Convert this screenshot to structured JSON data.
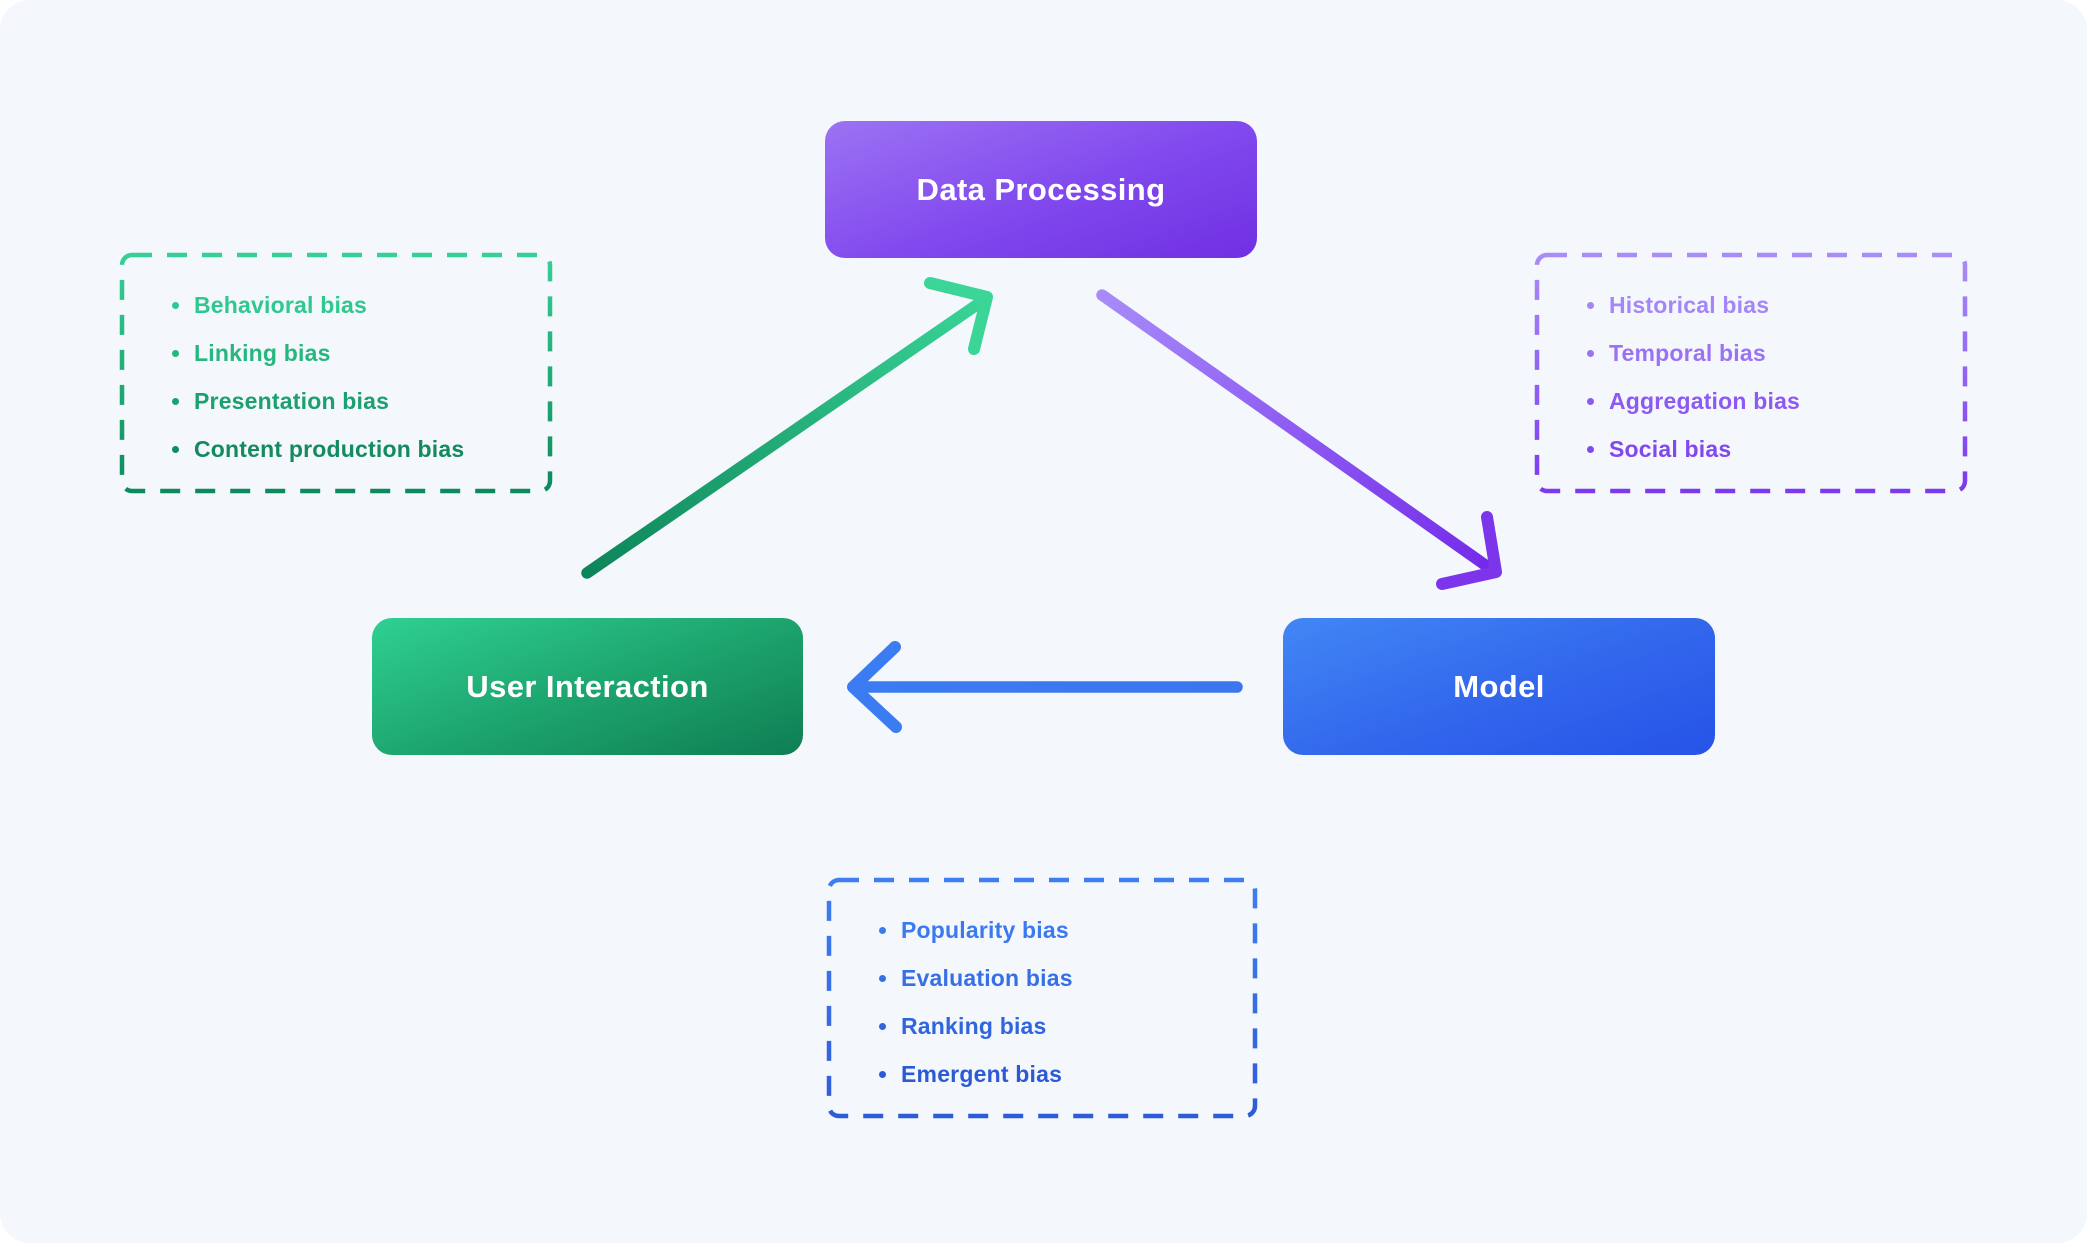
{
  "diagram": {
    "background": "#f4f7fc",
    "nodes": {
      "data_processing": {
        "label": "Data Processing",
        "color_from": "#9c73f3",
        "color_mid": "#8148ee",
        "color_to": "#7030e2"
      },
      "user_interaction": {
        "label": "User Interaction",
        "color_from": "#2fd092",
        "color_mid": "#1ca26c",
        "color_to": "#0f7e53"
      },
      "model": {
        "label": "Model",
        "color_from": "#4187f5",
        "color_mid": "#3266ec",
        "color_to": "#2553e7"
      }
    },
    "arrows": [
      {
        "name": "user-interaction-to-data-processing",
        "from_color": "#0d855a",
        "to_color": "#3ad597",
        "head_color": "#3ad597"
      },
      {
        "name": "data-processing-to-model",
        "from_color": "#a78bfa",
        "to_color": "#7329e9",
        "head_color": "#7d35ec"
      },
      {
        "name": "model-to-user-interaction",
        "from_color": "#3b76ef",
        "to_color": "#3b7cf2",
        "head_color": "#3b7cf2"
      }
    ],
    "lists": {
      "user_interaction": {
        "border_from": "#36d096",
        "border_to": "#0d8a5b",
        "items": [
          {
            "label": "Behavioral bias",
            "color": "#2fc98e"
          },
          {
            "label": "Linking bias",
            "color": "#27b67d"
          },
          {
            "label": "Presentation bias",
            "color": "#1da06f"
          },
          {
            "label": "Content production bias",
            "color": "#148a5f"
          }
        ]
      },
      "data_processing": {
        "border_from": "#a98df7",
        "border_to": "#7c39f0",
        "items": [
          {
            "label": "Historical bias",
            "color": "#a586f7"
          },
          {
            "label": "Temporal bias",
            "color": "#9b72f4"
          },
          {
            "label": "Aggregation bias",
            "color": "#8c5af2"
          },
          {
            "label": "Social bias",
            "color": "#8248ef"
          }
        ]
      },
      "model": {
        "border_from": "#3f7ef2",
        "border_to": "#2e5cd8",
        "items": [
          {
            "label": "Popularity bias",
            "color": "#3b7aee"
          },
          {
            "label": "Evaluation bias",
            "color": "#366fe6"
          },
          {
            "label": "Ranking bias",
            "color": "#3165de"
          },
          {
            "label": "Emergent bias",
            "color": "#2c59d5"
          }
        ]
      }
    }
  }
}
